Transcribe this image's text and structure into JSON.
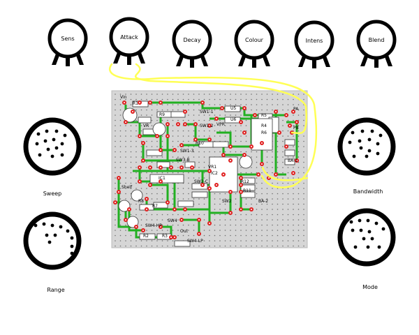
{
  "knobs": [
    {
      "id": "sens",
      "label": "Sens"
    },
    {
      "id": "attack",
      "label": "Attack"
    },
    {
      "id": "decay",
      "label": "Decay"
    },
    {
      "id": "colour",
      "label": "Colour"
    },
    {
      "id": "intens",
      "label": "Intens"
    },
    {
      "id": "blend",
      "label": "Blend"
    }
  ],
  "switches": [
    {
      "id": "sweep",
      "label": "Sweep"
    },
    {
      "id": "range",
      "label": "Range"
    },
    {
      "id": "bandwidth",
      "label": "Bandwidth"
    },
    {
      "id": "mode",
      "label": "Mode"
    }
  ],
  "pcb_labels": [
    "Vin",
    "SW1-1",
    "SW1-2",
    "SW1-3",
    "U5",
    "U6",
    "R5",
    "R4",
    "R6",
    "PA",
    "PB",
    "IC1",
    "IC2",
    "VPR",
    "VR",
    "SW3-B",
    "SW2",
    "SW4",
    "SW4-LP",
    "SW4-HP",
    "Out",
    "SW2-C",
    "Shelf",
    "R8",
    "R2",
    "R7",
    "R1",
    "R9",
    "R10",
    "R12",
    "R3",
    "R11",
    "VR1",
    "BA-2",
    "BA-1"
  ],
  "colors": {
    "board": "#d6d6d6",
    "trace": "#22b022",
    "pad": "#e02020",
    "wire": "#ffff55",
    "ink": "#000000"
  }
}
